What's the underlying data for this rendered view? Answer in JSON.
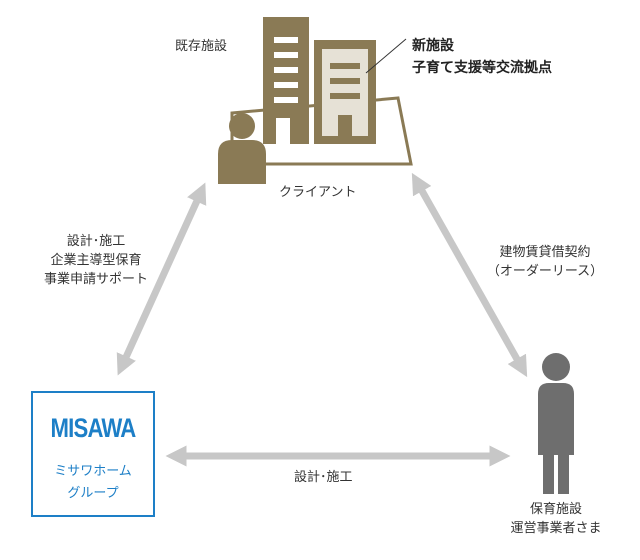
{
  "colors": {
    "brown": "#8a7a55",
    "brown_light": "#e6e1d6",
    "arrow": "#c7c7c7",
    "person_gray": "#6e6e6e",
    "misawa_blue": "#1d7fc7"
  },
  "top": {
    "existing_facility": "既存施設",
    "new_facility_line1": "新施設",
    "new_facility_line2": "子育て支援等交流拠点",
    "client": "クライアント"
  },
  "left_edge": {
    "line1": "設計･施工",
    "line2": "企業主導型保育",
    "line3": "事業申請サポート"
  },
  "right_edge": {
    "line1": "建物賃貸借契約",
    "line2": "（オーダーリース）"
  },
  "bottom_edge": {
    "label": "設計･施工"
  },
  "misawa": {
    "logo": "MISAWA",
    "line1": "ミサワホーム",
    "line2": "グループ"
  },
  "operator": {
    "line1": "保育施設",
    "line2": "運営事業者さま"
  }
}
